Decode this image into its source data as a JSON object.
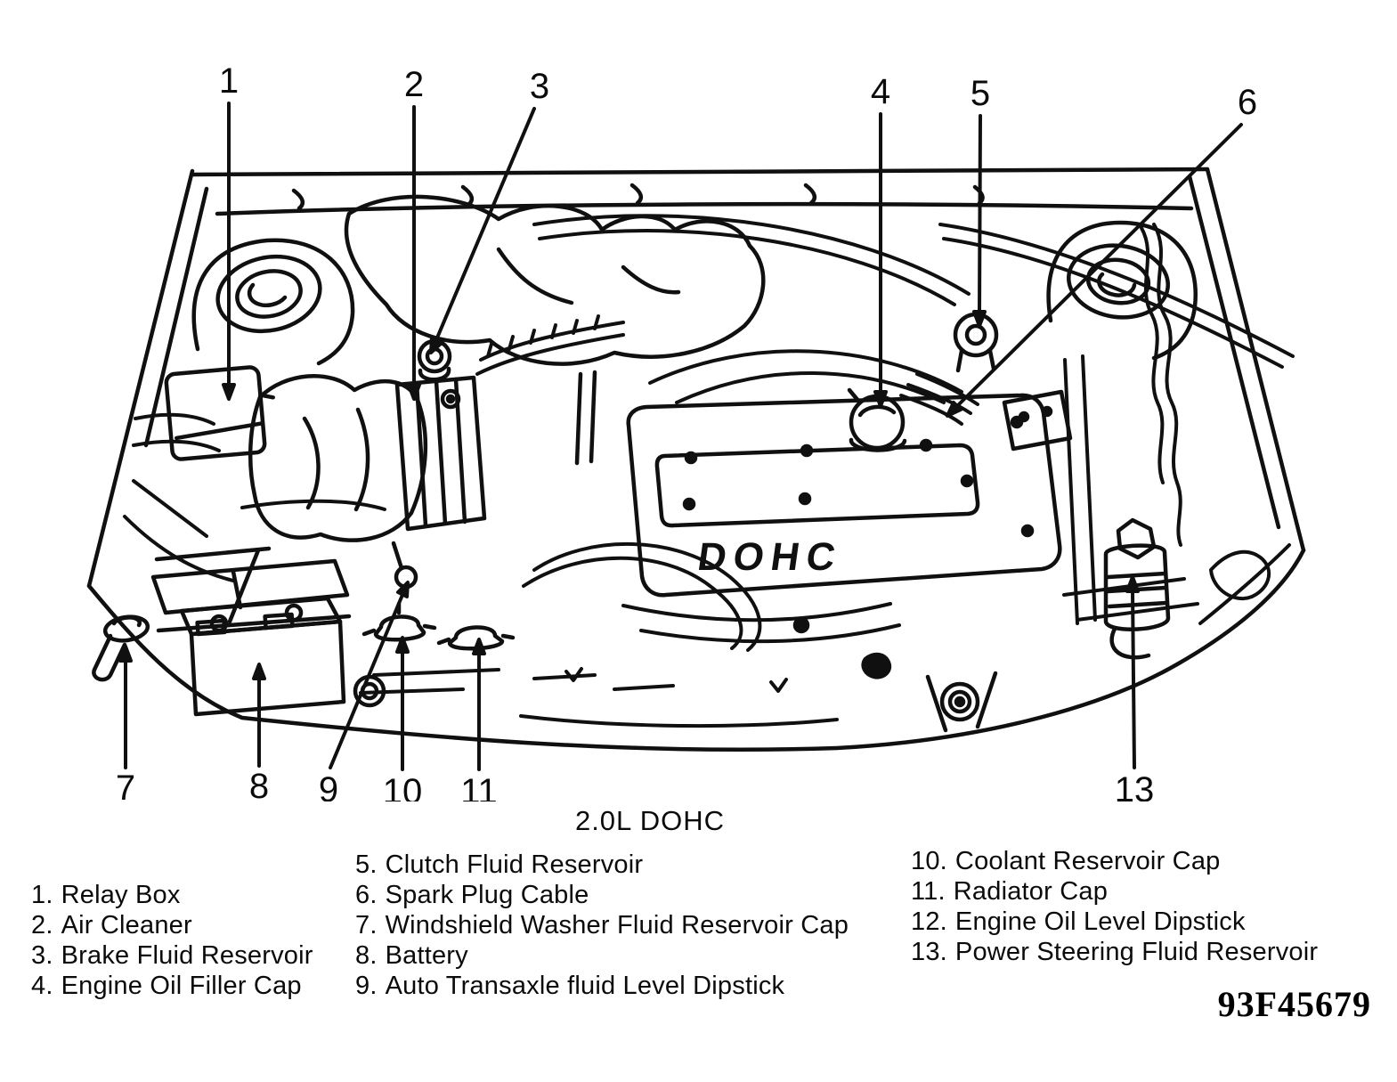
{
  "diagram": {
    "title": "2.0L DOHC",
    "valve_cover_label": "DOHC",
    "callouts": [
      "1",
      "2",
      "3",
      "4",
      "5",
      "6",
      "7",
      "8",
      "9",
      "10",
      "11",
      "13"
    ]
  },
  "legend": {
    "col1": [
      {
        "num": "1.",
        "label": "Relay Box"
      },
      {
        "num": "2.",
        "label": "Air Cleaner"
      },
      {
        "num": "3.",
        "label": "Brake Fluid Reservoir"
      },
      {
        "num": "4.",
        "label": "Engine Oil Filler Cap"
      }
    ],
    "col2": [
      {
        "num": "5.",
        "label": "Clutch Fluid Reservoir"
      },
      {
        "num": "6.",
        "label": "Spark Plug Cable"
      },
      {
        "num": "7.",
        "label": "Windshield Washer Fluid Reservoir Cap"
      },
      {
        "num": "8.",
        "label": "Battery"
      },
      {
        "num": "9.",
        "label": "Auto Transaxle fluid Level Dipstick"
      }
    ],
    "col3": [
      {
        "num": "10.",
        "label": "Coolant Reservoir Cap"
      },
      {
        "num": "11.",
        "label": "Radiator Cap"
      },
      {
        "num": "12.",
        "label": "Engine Oil Level Dipstick"
      },
      {
        "num": "13.",
        "label": "Power Steering Fluid Reservoir"
      }
    ]
  },
  "figure_code": "93F45679"
}
